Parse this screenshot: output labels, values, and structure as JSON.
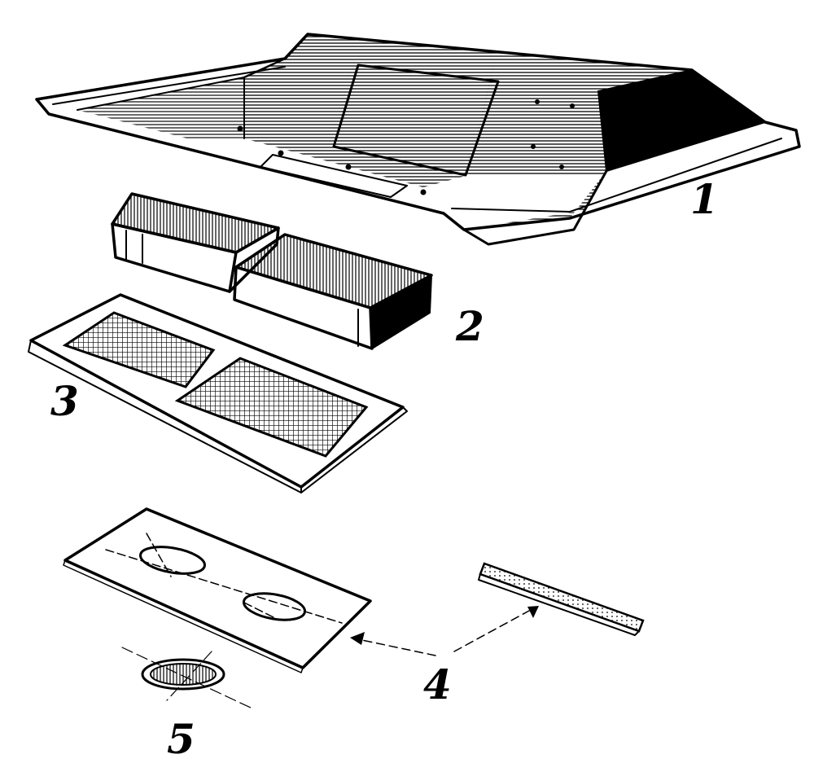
{
  "diagram": {
    "labels": {
      "part_1": "1",
      "part_2": "2",
      "part_3": "3",
      "part_4": "4",
      "part_5": "5"
    },
    "colors": {
      "ink": "#000000",
      "paper": "#ffffff"
    }
  }
}
